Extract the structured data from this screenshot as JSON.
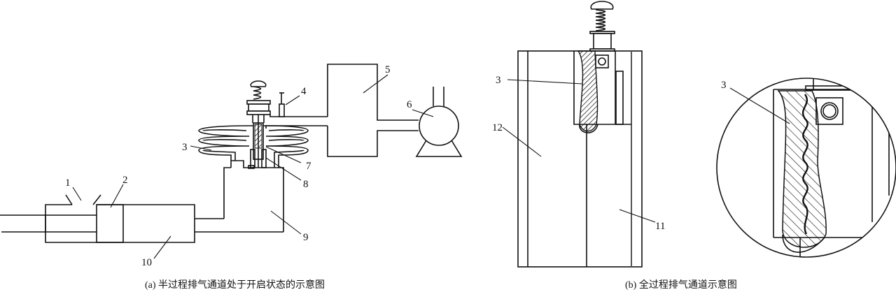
{
  "figure_a": {
    "caption": "(a) 半过程排气通道处于开启状态的示意图",
    "labels": {
      "l1": "1",
      "l2": "2",
      "l3": "3",
      "l4": "4",
      "l5": "5",
      "l6": "6",
      "l7": "7",
      "l8": "8",
      "l9": "9",
      "l10": "10"
    }
  },
  "figure_b": {
    "caption": "(b) 全过程排气通道示意图",
    "labels": {
      "l3": "3",
      "l11": "11",
      "l12": "12",
      "l3_detail": "3"
    }
  },
  "colors": {
    "line": "#111111",
    "background": "#ffffff"
  }
}
